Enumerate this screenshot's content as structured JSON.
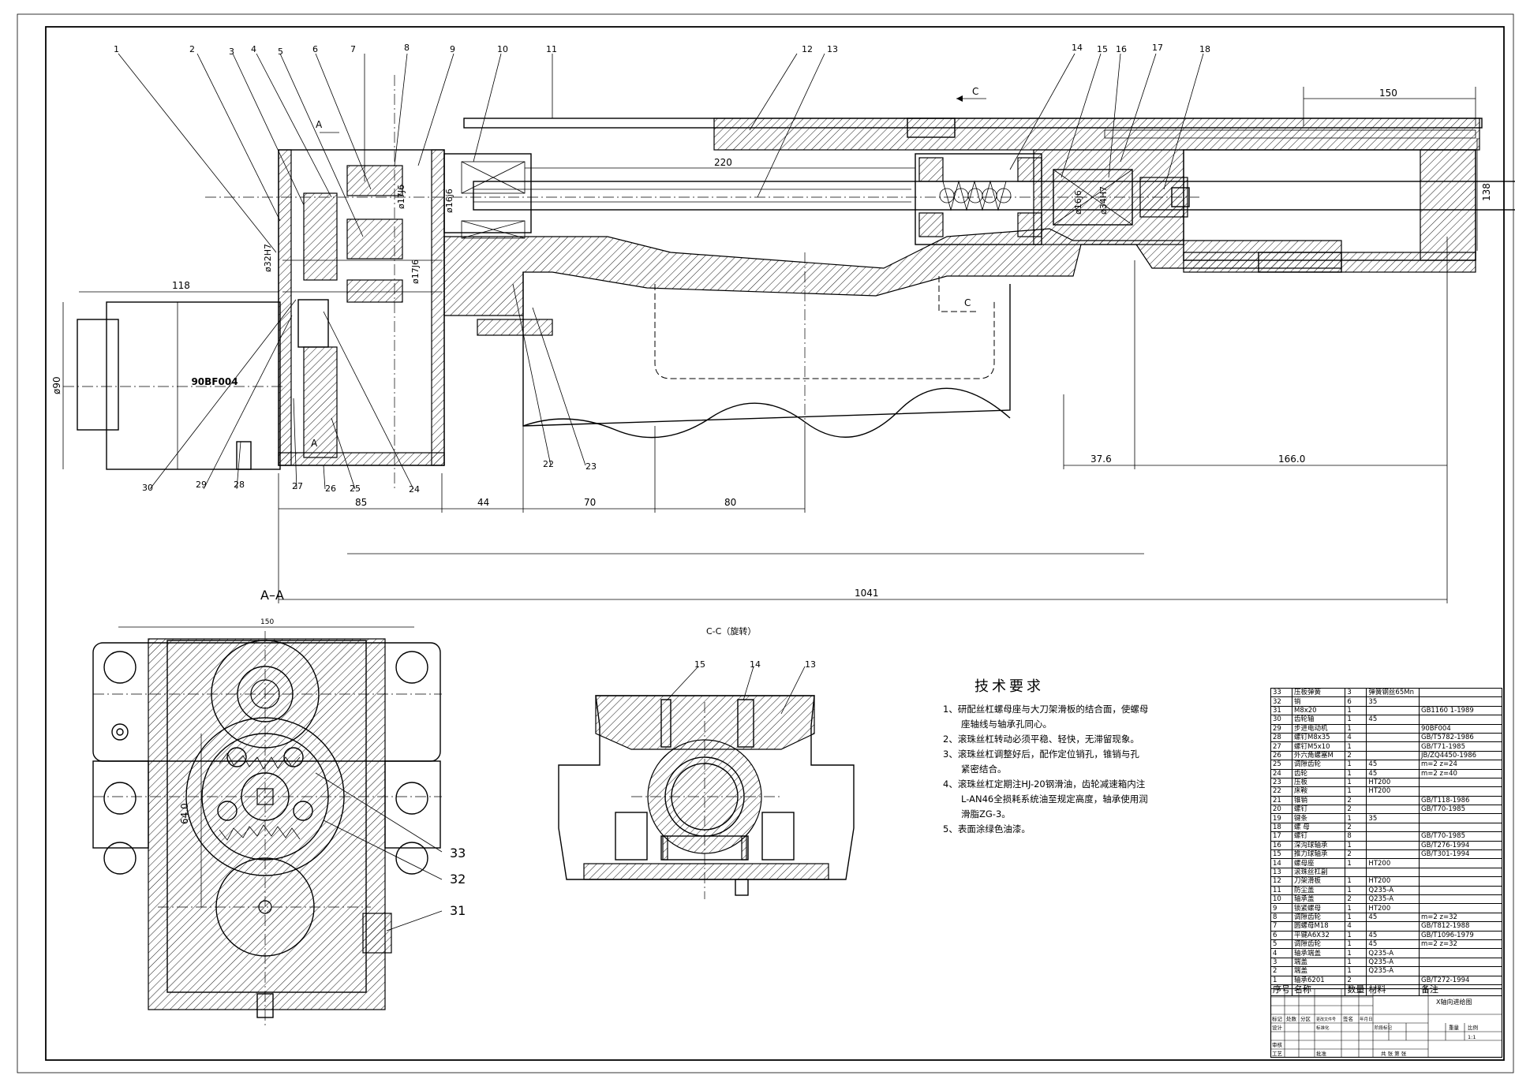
{
  "drawing": {
    "sections": {
      "aa": "A–A",
      "cc_title": "C-C（旋转）",
      "cut_a_top": "A",
      "cut_a_bottom": "A",
      "cut_c_top": "C",
      "cut_c_bottom": "C"
    },
    "motor_label": "90BF004",
    "balloons": [
      "1",
      "2",
      "3",
      "4",
      "5",
      "6",
      "7",
      "8",
      "9",
      "10",
      "11",
      "12",
      "13",
      "14",
      "15",
      "16",
      "17",
      "18",
      "22",
      "23",
      "24",
      "25",
      "26",
      "27",
      "28",
      "29",
      "30",
      "31",
      "32",
      "33"
    ],
    "cc_balloons": [
      "15",
      "14",
      "13"
    ],
    "dimensions": {
      "d150_top": "150",
      "d220": "220",
      "d138": "138",
      "d118": "118",
      "d90": "ø90",
      "d85": "85",
      "d44": "44",
      "d70": "70",
      "d80": "80",
      "d37_6": "37.6",
      "d166": "166.0",
      "d1041": "1041",
      "d150_aa": "150",
      "d64": "64.0",
      "fit_32": "ø32H7",
      "fit_17a": "ø17J6",
      "fit_16a": "ø16j6",
      "fit_17b": "ø17J6",
      "fit_16b": "ø16j6",
      "fit_34": "ø34H7"
    }
  },
  "tech": {
    "title": "技术要求",
    "items": [
      "1、研配丝杠螺母座与大刀架滑板的结合面，使螺母",
      "　　座轴线与轴承孔同心。",
      "2、滚珠丝杠转动必须平稳、轻快，无滞留现象。",
      "3、滚珠丝杠调整好后，配作定位销孔，锥销与孔",
      "　　紧密结合。",
      "4、滚珠丝杠定期注HJ-20钢滑油，齿轮减速箱内注",
      "　　L-AN46全损耗系统油至规定高度，轴承使用润",
      "　　滑脂ZG-3。",
      "5、表面涂绿色油漆。"
    ]
  },
  "bom": {
    "rows": [
      [
        "33",
        "压板弹簧",
        "3",
        "弹簧钢丝65Mn",
        ""
      ],
      [
        "32",
        "销",
        "6",
        "35",
        ""
      ],
      [
        "31",
        "M8x20",
        "1",
        "",
        "GB1160 1-1989"
      ],
      [
        "30",
        "齿轮轴",
        "1",
        "45",
        ""
      ],
      [
        "29",
        "步进电动机",
        "1",
        "",
        "90BF004"
      ],
      [
        "28",
        "螺钉M8x35",
        "4",
        "",
        "GB/T5782-1986"
      ],
      [
        "27",
        "螺钉M5x10",
        "1",
        "",
        "GB/T71-1985"
      ],
      [
        "26",
        "外六角螺塞M",
        "2",
        "",
        "JB/ZQ4450-1986"
      ],
      [
        "25",
        "调隙齿轮",
        "1",
        "45",
        "m=2  z=24"
      ],
      [
        "24",
        "齿轮",
        "1",
        "45",
        "m=2  z=40"
      ],
      [
        "23",
        "压板",
        "1",
        "HT200",
        ""
      ],
      [
        "22",
        "床鞍",
        "1",
        "HT200",
        ""
      ],
      [
        "21",
        "锥销",
        "2",
        "",
        "GB/T118-1986"
      ],
      [
        "20",
        "螺钉",
        "2",
        "",
        "GB/T70-1985"
      ],
      [
        "19",
        "键条",
        "1",
        "35",
        ""
      ],
      [
        "18",
        "螺 母",
        "2",
        "",
        ""
      ],
      [
        "17",
        "螺钉",
        "8",
        "",
        "GB/T70-1985"
      ],
      [
        "16",
        "深沟球轴承",
        "1",
        "",
        "GB/T276-1994"
      ],
      [
        "15",
        "推力球轴承",
        "2",
        "",
        "GB/T301-1994"
      ],
      [
        "14",
        "螺母座",
        "1",
        "HT200",
        ""
      ],
      [
        "13",
        "滚珠丝杠副",
        "",
        "",
        ""
      ],
      [
        "12",
        "刀架滑板",
        "1",
        "HT200",
        ""
      ],
      [
        "11",
        "防尘盖",
        "1",
        "Q235-A",
        ""
      ],
      [
        "10",
        "轴承盖",
        "2",
        "Q235-A",
        ""
      ],
      [
        "9",
        "锁紧螺母",
        "1",
        "HT200",
        ""
      ],
      [
        "8",
        "调隙齿轮",
        "1",
        "45",
        "m=2  z=32"
      ],
      [
        "7",
        "圆螺母M18",
        "4",
        "",
        "GB/T812-1988"
      ],
      [
        "6",
        "平键A6X32",
        "1",
        "45",
        "GB/T1096-1979"
      ],
      [
        "5",
        "调隙齿轮",
        "1",
        "45",
        "m=2  z=32"
      ],
      [
        "4",
        "轴承端盖",
        "1",
        "Q235-A",
        ""
      ],
      [
        "3",
        "端盖",
        "1",
        "Q235-A",
        ""
      ],
      [
        "2",
        "端盖",
        "1",
        "Q235-A",
        ""
      ],
      [
        "1",
        "轴承6201",
        "2",
        "",
        "GB/T272-1994"
      ]
    ],
    "header": [
      "序号",
      "名称",
      "数量",
      "材料",
      "备注"
    ]
  },
  "title_block": {
    "drawing_title": "X轴向进给图",
    "scale": "1:1",
    "labels": [
      "标记",
      "处数",
      "分区",
      "更改文件号",
      "签名",
      "年月日",
      "设计",
      "标准化",
      "阶段标记",
      "重量",
      "比例",
      "审核",
      "工艺",
      "批准",
      "共 张 第 张"
    ]
  }
}
